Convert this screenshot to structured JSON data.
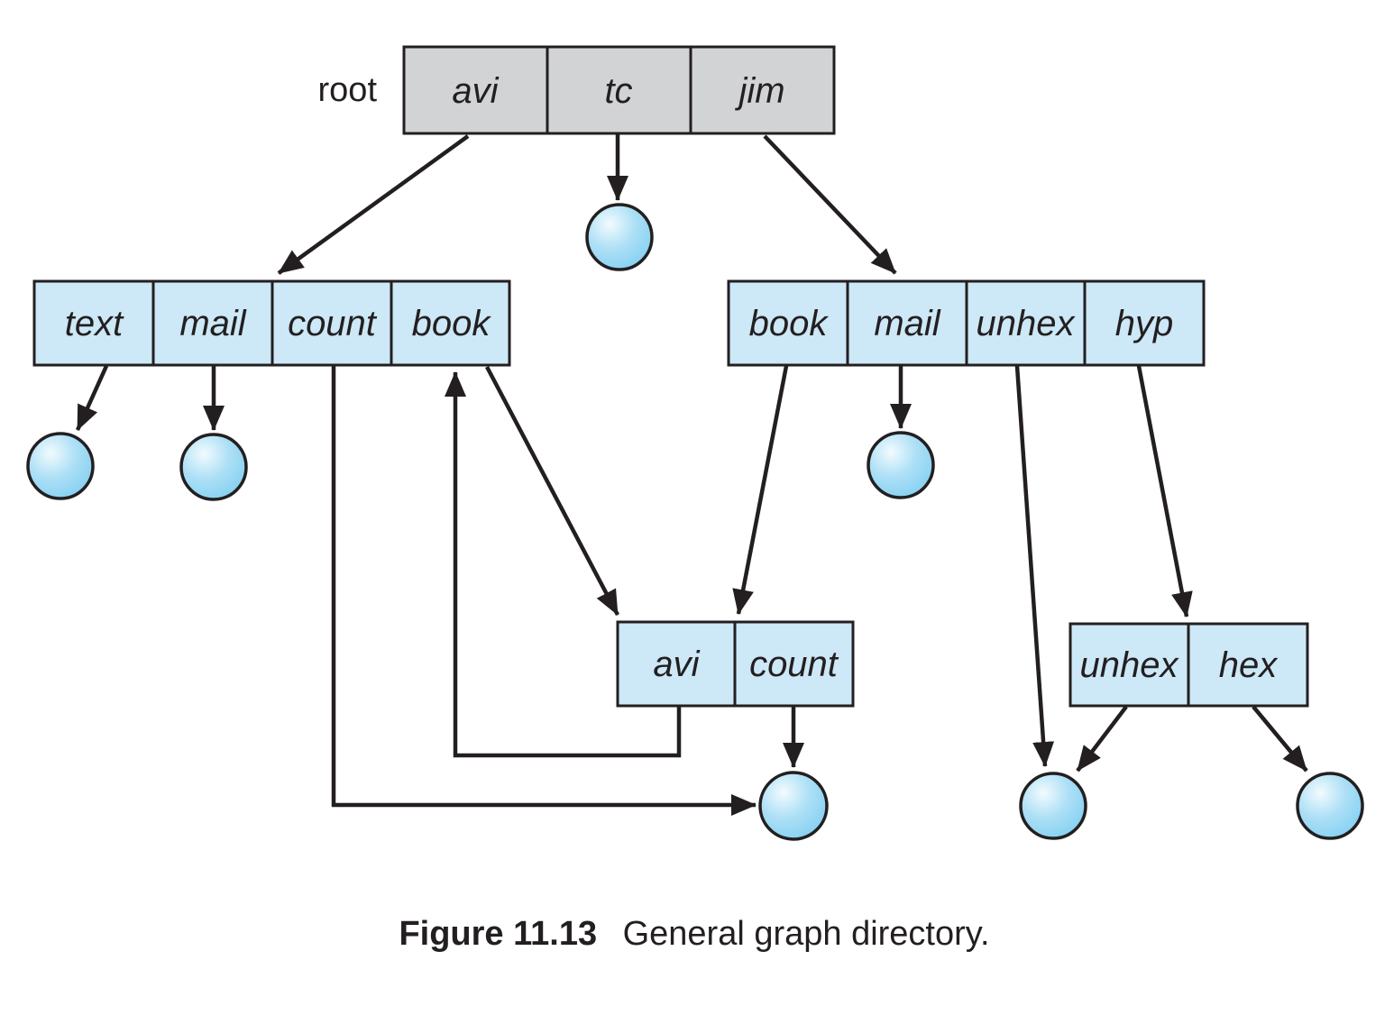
{
  "figure": {
    "caption_label": "Figure 11.13",
    "caption_text": "General graph directory."
  },
  "root_directory": {
    "label": "root",
    "entries": [
      "avi",
      "tc",
      "jim"
    ]
  },
  "directories": {
    "left": {
      "entries": [
        "text",
        "mail",
        "count",
        "book"
      ]
    },
    "right": {
      "entries": [
        "book",
        "mail",
        "unhex",
        "hyp"
      ]
    },
    "center": {
      "entries": [
        "avi",
        "count"
      ]
    },
    "bottom_right": {
      "entries": [
        "unhex",
        "hex"
      ]
    }
  },
  "colors": {
    "root_box_fill": "#d2d3d5",
    "directory_box_fill": "#cde8f7",
    "line": "#231f20",
    "file_circle_highlight": "#f2fbfe",
    "file_circle_mid": "#aee0f6",
    "file_circle_outer": "#7bcdf1"
  }
}
